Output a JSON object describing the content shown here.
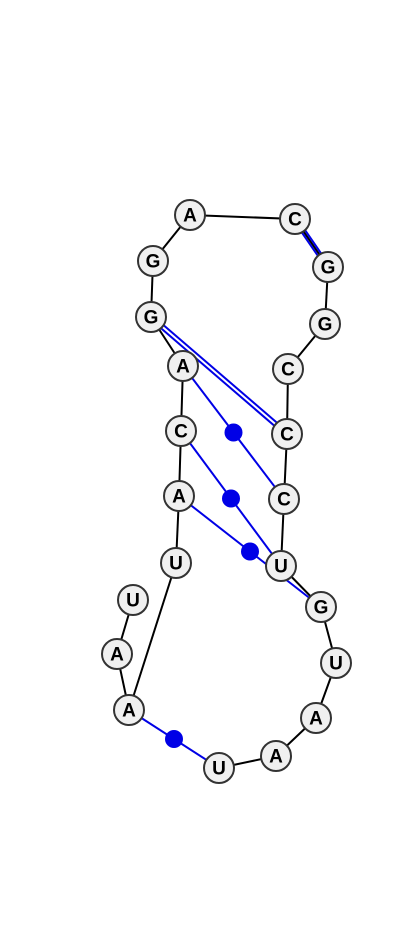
{
  "colors": {
    "pair": "#0000e6",
    "node_fill": "#f0f0f0",
    "node_stroke": "#333333",
    "backbone": "#000000"
  },
  "nucleotides": [
    "U",
    "A",
    "A",
    "U",
    "A",
    "C",
    "A",
    "G",
    "G",
    "A",
    "C",
    "G",
    "G",
    "C",
    "C",
    "C",
    "U",
    "G",
    "U",
    "A",
    "A",
    "U"
  ],
  "pairs": [
    {
      "i": 2,
      "j": 21,
      "type": "dot"
    },
    {
      "i": 4,
      "j": 17,
      "type": "dot"
    },
    {
      "i": 5,
      "j": 16,
      "type": "dot"
    },
    {
      "i": 6,
      "j": 15,
      "type": "dot"
    },
    {
      "i": 7,
      "j": 14,
      "type": "double"
    },
    {
      "i": 10,
      "j": 11,
      "type": "double"
    }
  ]
}
